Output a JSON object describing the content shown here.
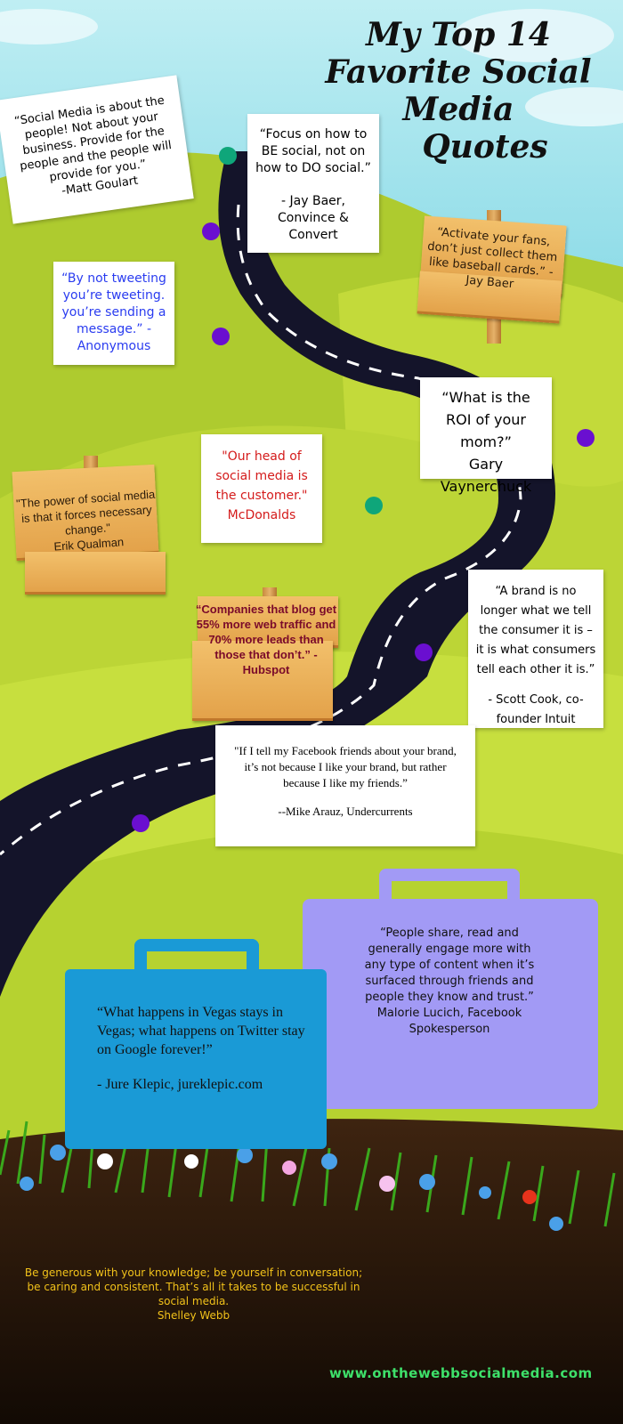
{
  "title": {
    "line1": "My Top 14",
    "line2": "Favorite Social Media",
    "line3": "Quotes"
  },
  "quotes": [
    {
      "id": "matt",
      "text": "“Social Media is about the people! Not about your business. Provide for the people and the people will provide for you.”",
      "author": "-Matt Goulart"
    },
    {
      "id": "jay1",
      "text": "“Focus on how to BE social, not on how to DO social.”",
      "author": "- Jay Baer, Convince & Convert"
    },
    {
      "id": "jay2",
      "text": "“Activate your fans, don’t just collect them like baseball cards.” -",
      "author": "Jay Baer"
    },
    {
      "id": "anon",
      "text": "“By not tweeting you’re tweeting. you’re sending a message.” -",
      "author": "Anonymous"
    },
    {
      "id": "gary",
      "text": "“What is the ROI of your mom?”",
      "author": "Gary Vaynerchuck"
    },
    {
      "id": "mcd",
      "text": "\"Our head of social media is the customer.\"",
      "author": "McDonalds"
    },
    {
      "id": "erik",
      "text": "\"The power of social media is that it forces necessary change.\"",
      "author": "Erik Qualman"
    },
    {
      "id": "hub",
      "text": "“Companies that blog get 55% more web traffic and 70% more leads than those that don’t.” -",
      "author": "Hubspot"
    },
    {
      "id": "scott",
      "text": "“A brand is no longer what we tell the consumer it is – it is what consumers tell each other it is.”",
      "author": "- Scott Cook, co-founder Intuit"
    },
    {
      "id": "mike",
      "text": "\"If I tell my Facebook friends about your brand, it’s not because I like your brand, but rather because I like my friends.”",
      "author": "--Mike Arauz, Undercurrents"
    },
    {
      "id": "jure",
      "text": "“What happens in Vegas stays in Vegas; what happens on Twitter stay on Google forever!”",
      "author": "-  Jure Klepic, jureklepic.com"
    },
    {
      "id": "malorie",
      "text": "“People share, read and generally engage more with any type of content when it’s surfaced through friends and people they know and trust.”",
      "author": "Malorie Lucich, Facebook Spokesperson"
    },
    {
      "id": "shelley",
      "text": "Be generous with your knowledge; be yourself in conversation; be caring and consistent.  That’s all it takes to be successful in social media.",
      "author": "Shelley Webb"
    }
  ],
  "footer": {
    "url": "www.onthewebbsocialmedia.com"
  },
  "colors": {
    "sky": "#8fdce8",
    "grass": "#b9d437",
    "road": "#14142a",
    "purple": "#6a0fd0",
    "teal": "#0fa67a",
    "blue_case": "#1a9ad6",
    "lilac_case": "#a29af5",
    "soil": "#2b1809",
    "yellow_text": "#f2c21a",
    "url_green": "#3ee06a"
  }
}
